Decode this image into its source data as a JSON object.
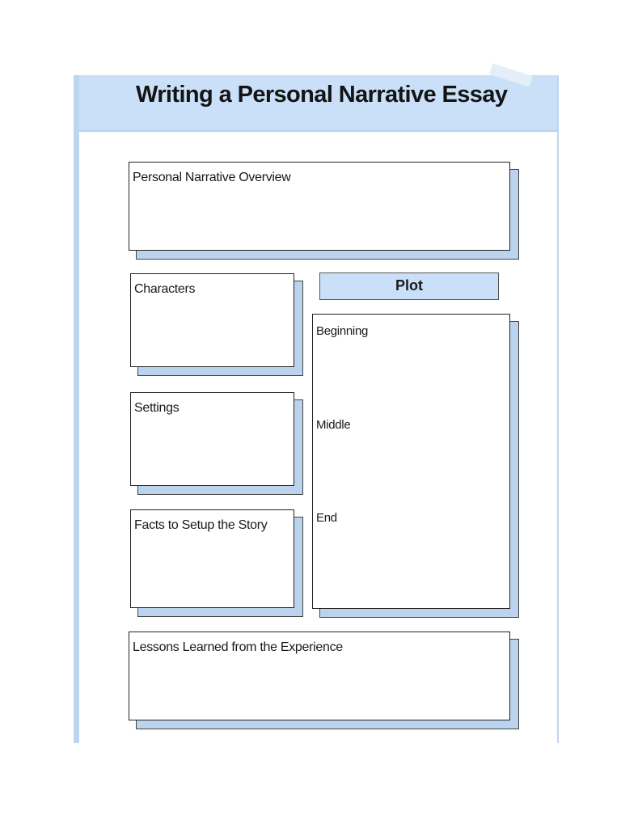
{
  "document": {
    "title": "Writing a Personal Narrative Essay",
    "sections": {
      "overview": "Personal Narrative Overview",
      "characters": "Characters",
      "settings": "Settings",
      "facts": "Facts to Setup the Story",
      "lessons": "Lessons Learned from the Experience"
    },
    "plot": {
      "heading": "Plot",
      "beginning": "Beginning",
      "middle": "Middle",
      "end": "End"
    }
  },
  "colors": {
    "header_fill": "#c9e0f8",
    "box_shadow": "#bcd3ee",
    "page_border": "#bcd6f2"
  }
}
